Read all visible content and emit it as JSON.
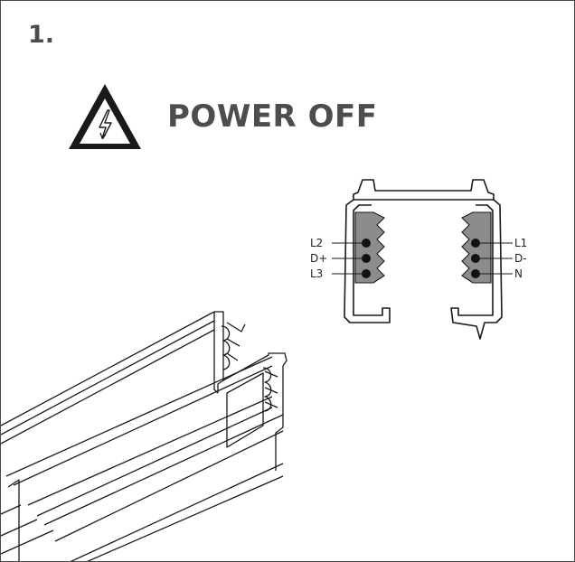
{
  "step_number": "1.",
  "title": "POWER OFF",
  "icons": {
    "warning": "high-voltage-warning-icon"
  },
  "terminals": {
    "left": [
      "L2",
      "D+",
      "L3"
    ],
    "right": [
      "L1",
      "D-",
      "N"
    ]
  },
  "colors": {
    "text": "#4d4d4d",
    "line": "#1a1a1a",
    "conductor_fill": "#8c8c8c"
  }
}
